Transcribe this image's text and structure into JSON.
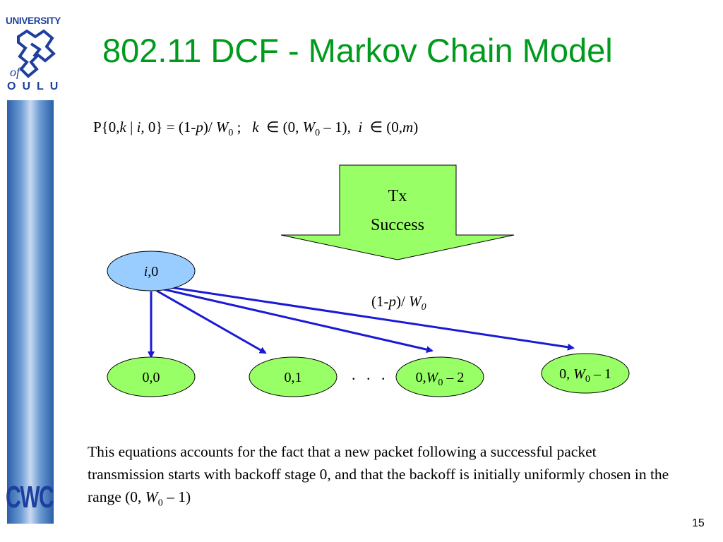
{
  "logo": {
    "university": "UNIVERSITY",
    "of": "of",
    "oulu": "OULU",
    "cwc": "CWC"
  },
  "slide": {
    "title": "802.11 DCF - Markov Chain Model",
    "page_number": "15"
  },
  "equation": {
    "lhs_prefix": "P{0,",
    "k": "k",
    "bar": " | ",
    "i": "i,",
    "lhs_suffix": " 0} = (1-",
    "p": "p",
    "slash": ")/ ",
    "W": "W",
    "sub0": "0",
    "sep": " ;   ",
    "k2": "k",
    "in1": "  ∈ (0, ",
    "W2": "W",
    "sub0b": "0",
    "range_end": " – 1),  ",
    "i2": "i",
    "in2": "  ∈ (0,",
    "m": "m",
    "close": ")"
  },
  "tx_arrow": {
    "line1": "Tx",
    "line2": "Success"
  },
  "nodes": {
    "top": {
      "i": "i",
      "rest": ",0"
    },
    "n00": "0,0",
    "n01": "0,1",
    "n0w2": {
      "prefix": "0,",
      "W": "W",
      "sub": "0",
      "suffix": " – 2"
    },
    "n0w1": {
      "prefix": "0, ",
      "W": "W",
      "sub": "0",
      "suffix": " – 1"
    }
  },
  "transition_label": {
    "prefix": "(1-",
    "p": "p",
    "mid": ")/ ",
    "W": "W",
    "sub": "0"
  },
  "ellipsis": ". . .",
  "body": {
    "text": "This equations accounts for the fact that a new packet following a successful packet transmission starts with backoff stage 0, and that the backoff is initially uniformly chosen in the range (0, ",
    "W": "W",
    "sub": "0",
    "end": " – 1)"
  },
  "colors": {
    "title": "#009a1c",
    "node_green": "#99ff66",
    "node_blue": "#99ccff",
    "arrow_blue": "#1a1ad6",
    "tx_arrow_fill": "#99ff66"
  }
}
